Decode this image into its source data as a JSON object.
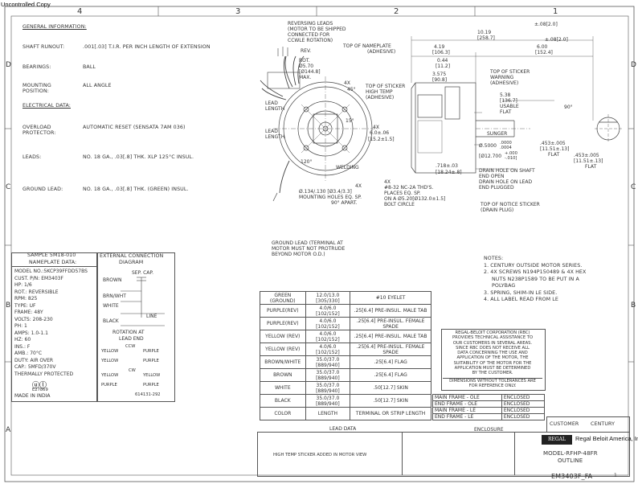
{
  "watermark": "Uncontrolled Copy",
  "grid": {
    "cols": [
      "4",
      "3",
      "2",
      "1"
    ],
    "rows": [
      "D",
      "C",
      "B",
      "A"
    ]
  },
  "general": {
    "heading": "GENERAL INFORMATION:",
    "shaft_runout_label": "SHAFT RUNOUT:",
    "shaft_runout_value": ".001[.03] T.I.R. PER INCH LENGTH OF EXTENSION",
    "bearings_label": "BEARINGS:",
    "bearings_value": "BALL",
    "mounting_label_1": "MOUNTING",
    "mounting_label_2": "POSITION:",
    "mounting_value": "ALL ANGLE",
    "electrical_heading": "ELECTRICAL DATA:",
    "overload_label_1": "OVERLOAD",
    "overload_label_2": "PROTECTOR:",
    "overload_value": "AUTOMATIC RESET (SENSATA 7AM 036)",
    "leads_label": "LEADS:",
    "leads_value": "NO. 18 GA., .03[.8] THK. XLP 125°C INSUL.",
    "ground_label": "GROUND LEAD:",
    "ground_value": "NO. 18 GA., .03[.8] THK. (GREEN) INSUL."
  },
  "drawing_notes": {
    "reversing_leads": [
      "REVERSING LEADS",
      "(MOTOR TO BE SHIPPED",
      "CONNECTED FOR",
      "CCWLE ROTATION)"
    ],
    "rev": "REV.",
    "rot": [
      "ROT.",
      "Ø5.70",
      "[Ø144.8]",
      "MAX."
    ],
    "nameplate_top": [
      "TOP OF NAMEPLATE",
      "(ADHESIVE)"
    ],
    "sticker_top": [
      "TOP OF STICKER",
      "HIGH TEMP",
      "(ADHESIVE)"
    ],
    "warning_sticker": [
      "TOP OF STICKER",
      "WARNING",
      "(ADHESIVE)"
    ],
    "lead_length_1": [
      "LEAD",
      "LENGTH"
    ],
    "lead_length_2": [
      "LEAD",
      "LENGTH"
    ],
    "four_x_1": "4X",
    "angle_45": "45°",
    "angle_15": "15°",
    "angle_120": "120°",
    "four_x_2": "4X",
    "dim_6": "6.0±.06",
    "dim_6_mm": "[15.2±1.5]",
    "welding": "WELDING",
    "mount_holes": [
      "4X",
      "Ø.134/.130 [Ø3.4/3.3]",
      "MOUNTING HOLES EQ. SP.",
      "90° APART."
    ],
    "bolt_circle": [
      "4X",
      "#8-32 NC-2A THD'S.",
      "PLACES EQ. SP.",
      "ON A Ø5.20[Ø132.0±1.5]",
      "BOLT CIRCLE"
    ],
    "ground_lead_note": [
      "GROUND LEAD (TERMINAL AT",
      "MOTOR MUST NOT PROTRUDE",
      "BEYOND MOTOR O.D.)"
    ],
    "dim_1019": "10.19",
    "dim_1019_mm": "[258.7]",
    "dim_008": "±.08[2.0]",
    "dim_419": "4.19",
    "dim_419_mm": "[106.3]",
    "dim_600": "6.00",
    "dim_600_mm": "[152.4]",
    "dim_008b": "±.08[2.0]",
    "dim_044": "0.44",
    "dim_044_mm": "[11.2]",
    "dim_3575": "3.575",
    "dim_3575_mm": "[90.8]",
    "dim_538": "5.38",
    "dim_538_mm": "[136.7]",
    "usable_flat": [
      "USABLE",
      "FLAT"
    ],
    "sunger": "SUNGER",
    "shaft_dia": "Ø.5000",
    "shaft_tol": [
      ".0000",
      ".0004"
    ],
    "shaft_dia_mm": "[Ø12.700",
    "shaft_tol_mm": [
      "+.000",
      "-.010]"
    ],
    "dim_718": ".718±.03",
    "dim_718_mm": "[18.24±.8]",
    "drain_notes": [
      "DRAIN HOLE ON SHAFT",
      "END OPEN",
      "DRAIN HOLE ON LEAD",
      "END PLUGGED"
    ],
    "notice_sticker": [
      "TOP OF NOTICE STICKER",
      "(DRAIN PLUG)"
    ],
    "angle_90": "90°",
    "flat_1": ".453±.005",
    "flat_1_mm": "[11.51±.13]",
    "flat_label_1": "FLAT",
    "flat_2": ".453±.005",
    "flat_2_mm": "[11.51±.13]",
    "flat_label_2": "FLAT"
  },
  "notes": {
    "heading": "NOTES:",
    "items": [
      "1. CENTURY OUTSIDE MOTOR SERIES.",
      "2. 4X SCREWS N194P150489 & 4X HEX",
      "    NUTS N238P1589 TO BE PUT IN A",
      "    POLYBAG",
      "3. SPRING, SHIM-IN LE SIDE.",
      "4. ALL LABEL READ FROM LE"
    ]
  },
  "sample": {
    "title_1": "SAMPLE 5M18-010",
    "title_2": "NAMEPLATE DATA:",
    "lines": [
      "MODEL NO.:5KCP39FFDD57BS",
      "CUST. P/N: EM3403F",
      "HP:   1/6",
      "ROT.: REVERSIBLE",
      "RPM:  825",
      "TYPE: UF",
      "FRAME: 48Y",
      "VOLTS: 208-230",
      "PH:   1",
      "AMPS: 1.0-1.1",
      "HZ:   60",
      "INS.: F",
      "AMB.: 70°C",
      "DUTY: AIR OVER",
      "CAP.: 5MFD/370V",
      "THERMALLY PROTECTED"
    ],
    "cert_number": "E27869",
    "made_in": "MADE IN INDIA"
  },
  "connection": {
    "title_1": "EXTERNAL CONNECTION",
    "title_2": "DIAGRAM",
    "sep_cap": "SEP. CAP.",
    "brown": "BROWN",
    "brn_wht": "BRN/WHT",
    "white": "WHITE",
    "black": "BLACK",
    "line": "LINE",
    "rotation_1": "ROTATION AT",
    "rotation_2": "LEAD END",
    "ccw": "CCW",
    "cw": "CW",
    "ccw_row": [
      "YELLOW",
      "PURPLE",
      "YELLOW",
      "PURPLE"
    ],
    "cw_row": [
      "YELLOW",
      "YELLOW",
      "PURPLE",
      "PURPLE"
    ],
    "drawing_no": "614131-292"
  },
  "lead_table": {
    "rows": [
      [
        "GREEN (GROUND)",
        "12.0/13.0 [305/330]",
        "#10 EYELET"
      ],
      [
        "PURPLE(REV)",
        "4.0/6.0 [102/152]",
        ".25[6.4] PRE-INSUL. MALE TAB"
      ],
      [
        "PURPLE(REV)",
        "4.0/6.0 [102/152]",
        ".25[6.4] PRE-INSUL. FEMALE SPADE"
      ],
      [
        "YELLOW (REV)",
        "4.0/6.0 [102/152]",
        ".25[6.4] PRE-INSUL. MALE TAB"
      ],
      [
        "YELLOW (REV)",
        "4.0/6.0 [102/152]",
        ".25[6.4] PRE-INSUL. FEMALE SPADE"
      ],
      [
        "BROWN/WHITE",
        "35.0/37.0 [889/940]",
        ".25[6.4] FLAG"
      ],
      [
        "BROWN",
        "35.0/37.0 [889/940]",
        ".25[6.4] FLAG"
      ],
      [
        "WHITE",
        "35.0/37.0 [889/940]",
        ".50[12.7] SKIN"
      ],
      [
        "BLACK",
        "35.0/37.0 [889/940]",
        ".50[12.7] SKIN"
      ],
      [
        "COLOR",
        "LENGTH",
        "TERMINAL OR STRIP LENGTH"
      ]
    ],
    "caption": "LEAD DATA"
  },
  "disclaimer": {
    "text": [
      "REGAL-BELOIT CORPORATION (RBC)",
      "PROVIDES TECHNICAL ASSISTANCE TO",
      "OUR CUSTOMERS IN SEVERAL AREAS.",
      "SINCE RBC DOES NOT RECEIVE ALL",
      "DATA CONCERNING THE USE AND",
      "APPLICATION OF THE MOTOR, THE",
      "SUITABILITY OF THE MOTOR FOR THE",
      "APPLICATION MUST BE DETERMINED",
      "BY THE CUSTOMER."
    ],
    "tolerance": [
      "DIMENSIONS WITHOUT TOLERANCES ARE",
      "FOR REFERENCE ONLY."
    ]
  },
  "frames": {
    "rows": [
      [
        "MAIN FRAME - OLE",
        "ENCLOSED"
      ],
      [
        "END FRAME - OLE",
        "ENCLOSED"
      ],
      [
        "MAIN FRAME - LE",
        "ENCLOSED"
      ],
      [
        "END FRAME - LE",
        "ENCLOSED"
      ]
    ],
    "caption": "ENCLOSURE"
  },
  "title_block": {
    "customer_label": "CUSTOMER",
    "customer_value": "CENTURY",
    "company": "Regal Beloit America, Inc.",
    "logo": "REGAL",
    "model": "MODEL-RFHP-48FR",
    "outline": "OUTLINE",
    "part_number": "EM3403F_FA",
    "sheet": "1",
    "revision_note": "HIGH TEMP STICKER ADDED IN MOTOR VIEW"
  }
}
